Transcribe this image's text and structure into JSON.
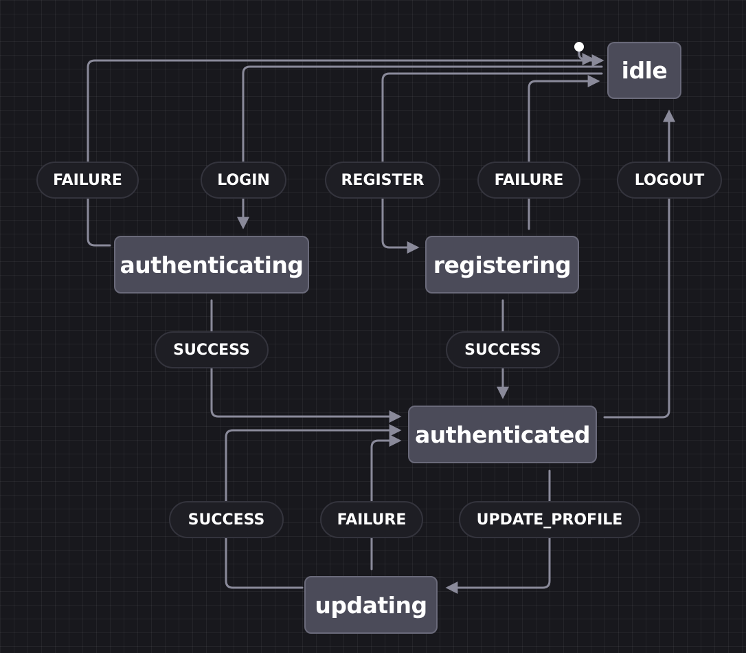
{
  "colors": {
    "background": "#18181d",
    "state_fill": "#4b4b59",
    "edge": "#8a8a9a",
    "label_fill": "#1e1e24",
    "initial_marker": "#ffffff"
  },
  "states": {
    "idle": "idle",
    "authenticating": "authenticating",
    "registering": "registering",
    "authenticated": "authenticated",
    "updating": "updating"
  },
  "transitions": {
    "auth_failure": "FAILURE",
    "login": "LOGIN",
    "register": "REGISTER",
    "reg_failure": "FAILURE",
    "logout": "LOGOUT",
    "auth_success": "SUCCESS",
    "reg_success": "SUCCESS",
    "upd_success": "SUCCESS",
    "upd_failure": "FAILURE",
    "update_profile": "UPDATE_PROFILE"
  }
}
